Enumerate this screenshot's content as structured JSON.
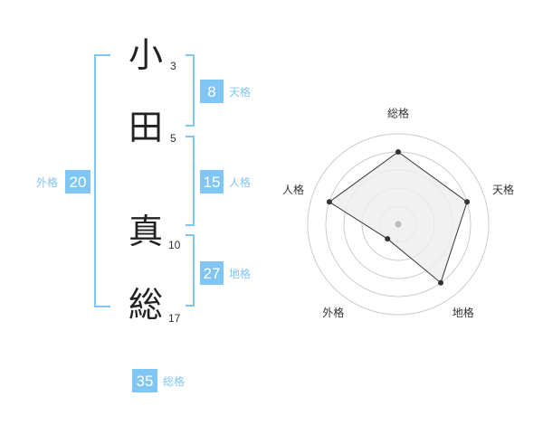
{
  "name": {
    "chars": [
      {
        "char": "小",
        "strokes": "3"
      },
      {
        "char": "田",
        "strokes": "5"
      },
      {
        "char": "真",
        "strokes": "10"
      },
      {
        "char": "総",
        "strokes": "17"
      }
    ]
  },
  "fortunes": {
    "tenkaku": {
      "value": "8",
      "label": "天格"
    },
    "jinkaku": {
      "value": "15",
      "label": "人格"
    },
    "chikaku": {
      "value": "27",
      "label": "地格"
    },
    "gaikaku": {
      "value": "20",
      "label": "外格"
    },
    "soukaku": {
      "value": "35",
      "label": "総格"
    }
  },
  "chart_data": {
    "type": "radar",
    "axes": [
      "総格",
      "天格",
      "地格",
      "外格",
      "人格"
    ],
    "values": [
      4,
      4,
      4,
      1,
      4
    ],
    "max": 5,
    "rings": 5,
    "colors": {
      "fill": "#eeeeee",
      "line": "#333333",
      "ring": "#cccccc",
      "center": "#bbbbbb"
    }
  }
}
